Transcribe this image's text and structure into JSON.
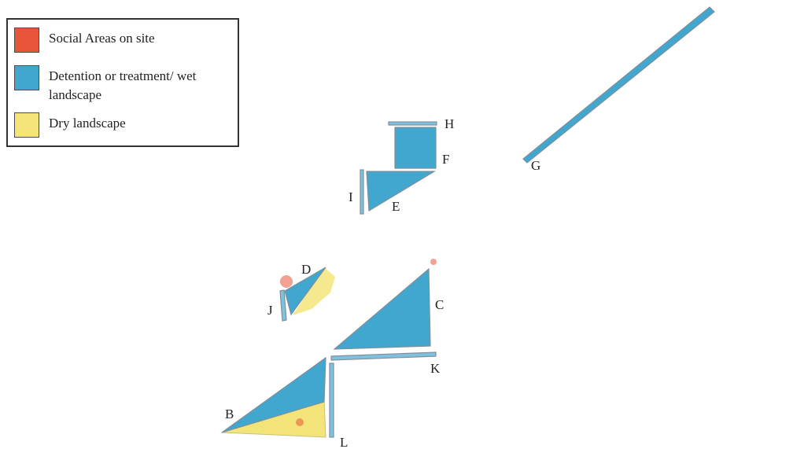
{
  "legend": {
    "items": [
      {
        "label": "Social Areas on site",
        "color": "#e8553a"
      },
      {
        "label": "Detention or treatment/ wet landscape",
        "color": "#41a7cf"
      },
      {
        "label": "Dry landscape",
        "color": "#f3e47a"
      }
    ]
  },
  "colors": {
    "social": "#e8553a",
    "wet": "#41a7cf",
    "dry": "#f3e47a",
    "edge": "#8a9aa6"
  },
  "sites": {
    "A_label": "B",
    "C_label": "C",
    "D_label": "D",
    "E_label": "E",
    "F_label": "F",
    "G_label": "G",
    "H_label": "H",
    "I_label": "I",
    "J_label": "J",
    "K_label": "K",
    "L_label": "L"
  }
}
